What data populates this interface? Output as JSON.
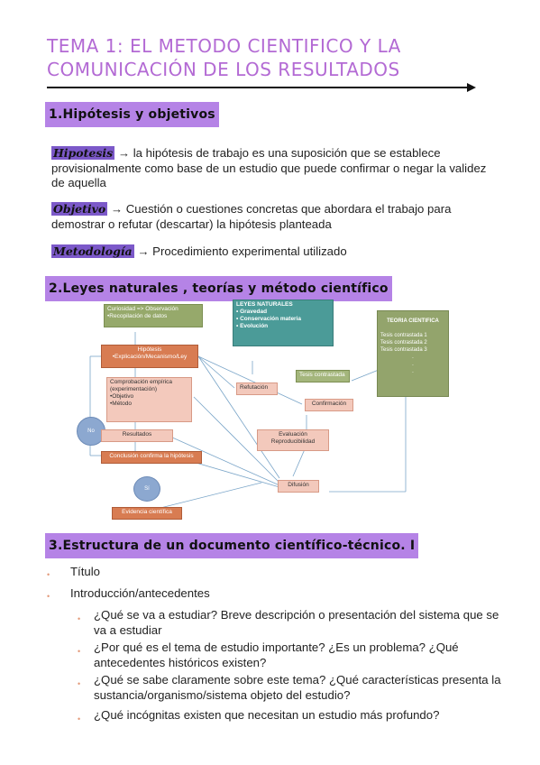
{
  "title": "TEMA 1: EL METODO CIENTIFICO Y LA COMUNICACIÓN  DE LOS RESULTADOS",
  "sections": {
    "s1": "1.Hipótesis y objetivos",
    "s2": "2.Leyes naturales , teorías y método científico",
    "s3": "3.Estructura de un documento científico-técnico. I"
  },
  "definitions": {
    "hipotesis_term": "Hipotesis",
    "hipotesis_text": " → la hipótesis de trabajo es una suposición que se establece provisionalmente como base de un estudio que puede confirmar o negar la validez de aquella",
    "objetivo_term": "Objetivo",
    "objetivo_text": " → Cuestión o cuestiones concretas que abordara el trabajo para demostrar o refutar (descartar) la hipótesis planteada",
    "metodologia_term": "Metodología",
    "metodologia_text": " → Procedimiento experimental utilizado"
  },
  "diagram": {
    "curiosidad": "Curiosidad => Observación\n•Recopilación de datos",
    "leyes_title": "LEYES NATURALES",
    "leyes_items": [
      "Gravedad",
      "Conservación materia",
      "Evolución"
    ],
    "teoria_title": "TEORIA CIENTIFICA",
    "teoria_items": [
      "Tesis contrastada 1",
      "Tesis contrastada 2",
      "Tesis contrastada 3",
      ".",
      ".",
      "."
    ],
    "hipotesis": "Hipótesis\n•Explicación/Mecanismo/Ley",
    "comprobacion": "Comprobación empírica\n(experimentación)\n•Objetivo\n•Método",
    "tesis_contrastada": "Tesis contrastada",
    "refutacion": "Refutación",
    "confirmacion": "Confirmación",
    "no": "No",
    "resultados": "Resultados",
    "conclusion": "Conclusión confirma la hipótesis",
    "si": "Sí",
    "evaluacion": "Evaluación\nReproducibilidad",
    "difusion": "Difusión",
    "evidencia": "Evidencia científica"
  },
  "structure_list": {
    "items": [
      "Título",
      "Introducción/antecedentes"
    ],
    "subitems": [
      "¿Qué se va a estudiar? Breve descripción o presentación del sistema que se va a estudiar",
      "¿Por qué es el tema de estudio importante? ¿Es un problema? ¿Qué antecedentes históricos existen?",
      "¿Qué se sabe claramente sobre este tema? ¿Qué características presenta la sustancia/organismo/sistema objeto del estudio?",
      "¿Qué incógnitas existen que necesitan un estudio más profundo?"
    ]
  }
}
